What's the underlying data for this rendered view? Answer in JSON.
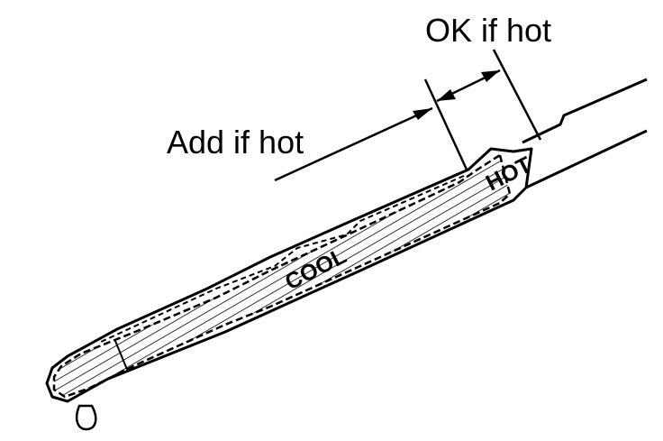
{
  "labels": {
    "ok_if_hot": "OK if hot",
    "add_if_hot": "Add if hot",
    "cool": "COOL",
    "hot": "HOT"
  },
  "colors": {
    "ink": "#000000",
    "paper": "#ffffff"
  }
}
